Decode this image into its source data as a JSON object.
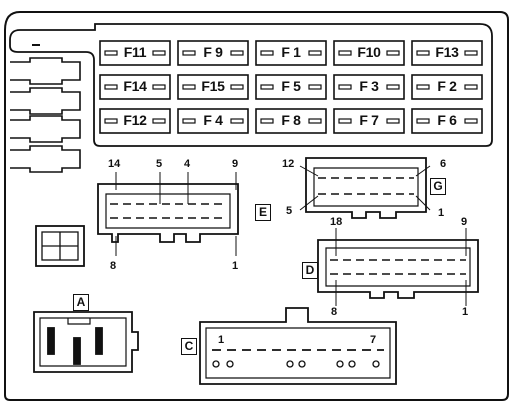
{
  "fuses": [
    {
      "label": "F11"
    },
    {
      "label": "F 9"
    },
    {
      "label": "F 1"
    },
    {
      "label": "F10"
    },
    {
      "label": "F13"
    },
    {
      "label": "F14"
    },
    {
      "label": "F15"
    },
    {
      "label": "F 5"
    },
    {
      "label": "F 3"
    },
    {
      "label": "F 2"
    },
    {
      "label": "F12"
    },
    {
      "label": "F 4"
    },
    {
      "label": "F 8"
    },
    {
      "label": "F 7"
    },
    {
      "label": "F 6"
    }
  ],
  "connectors": {
    "E": {
      "name": "E",
      "pins": {
        "p14": "14",
        "p5": "5",
        "p4": "4",
        "p9": "9",
        "p8": "8",
        "p1": "1"
      }
    },
    "G": {
      "name": "G",
      "pins": {
        "p12": "12",
        "p6": "6",
        "p5": "5",
        "p1": "1"
      }
    },
    "D": {
      "name": "D",
      "pins": {
        "p18": "18",
        "p9": "9",
        "p8": "8",
        "p1": "1"
      }
    },
    "A": {
      "name": "A"
    },
    "C": {
      "name": "C",
      "pins": {
        "p1": "1",
        "p7": "7"
      }
    }
  }
}
